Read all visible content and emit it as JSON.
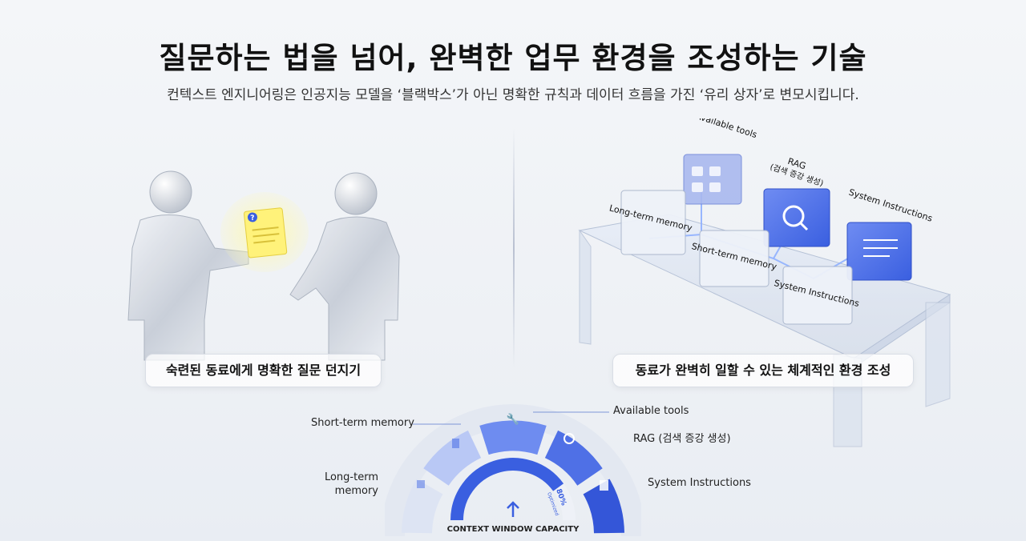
{
  "header": {
    "title": "질문하는 법을 넘어, 완벽한 업무 환경을 조성하는 기술",
    "subtitle": "컨텍스트 엔지니어링은 인공지능 모델을 ‘블랙박스’가 아닌 명확한 규칙과 데이터 흐름을 가진 ‘유리 상자’로 변모시킵니다."
  },
  "left_panel": {
    "caption": "숙련된 동료에게 명확한 질문 던지기",
    "note_icon": "?"
  },
  "right_panel": {
    "caption": "동료가 완벽히 일할 수 있는 체계적인 환경 조성",
    "folders": {
      "available_tools": "Available tools",
      "rag": "RAG",
      "rag_sub": "(검색 증강 생성)",
      "system_instructions_top": "System Instructions",
      "long_term": "Long-term memory",
      "short_term": "Short-term memory",
      "system_instructions_front": "System Instructions"
    }
  },
  "gauge": {
    "labels": {
      "short_term": "Short-term memory",
      "long_term": "Long-term memory",
      "available_tools": "Available tools",
      "rag": "RAG (검색 증강 생성)",
      "system_instructions": "System Instructions"
    },
    "bottom_label": "CONTEXT WINDOW CAPACITY",
    "capacity_text": "80%",
    "capacity_sub": "Optimized",
    "capacity_fraction": 0.8
  },
  "colors": {
    "accent_blue": "#3a5fe0",
    "glass": "#dfe6f1",
    "note_yellow": "#fff27a"
  }
}
